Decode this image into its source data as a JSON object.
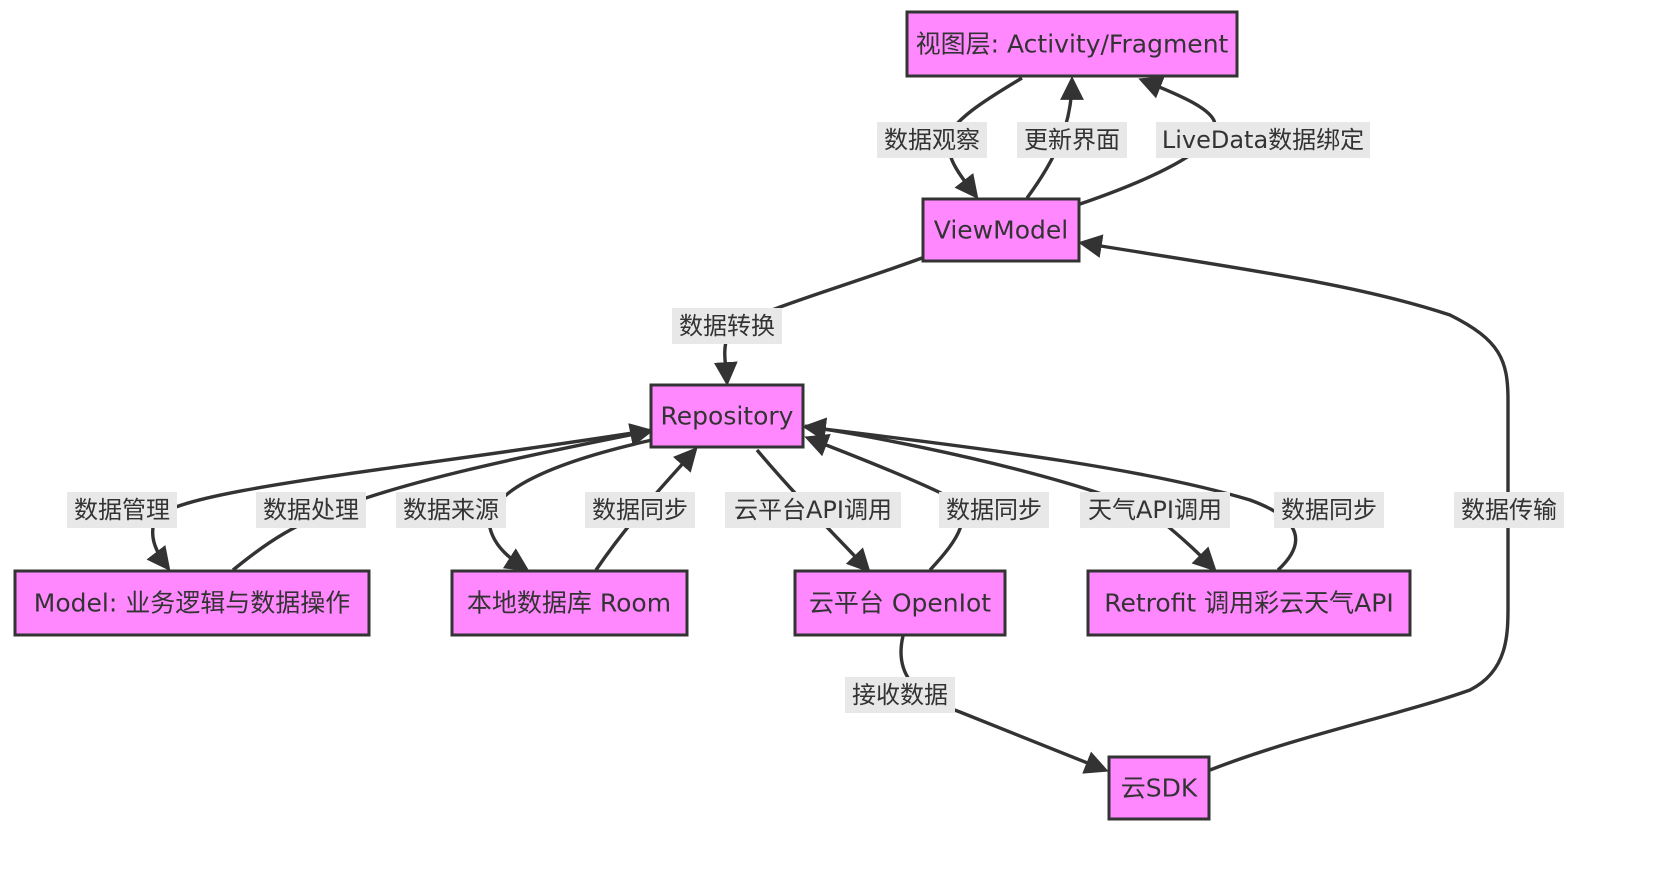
{
  "nodes": {
    "view": "视图层: Activity/Fragment",
    "viewmodel": "ViewModel",
    "repository": "Repository",
    "model": "Model: 业务逻辑与数据操作",
    "room": "本地数据库 Room",
    "openiot": "云平台 OpenIot",
    "retrofit": "Retrofit 调用彩云天气API",
    "sdk": "云SDK"
  },
  "edges": {
    "view_to_vm": "数据观察",
    "vm_to_view_update": "更新界面",
    "vm_to_view_bind": "LiveData数据绑定",
    "vm_to_repo": "数据转换",
    "repo_to_model": "数据管理",
    "model_to_repo": "数据处理",
    "repo_to_room": "数据来源",
    "room_to_repo": "数据同步",
    "repo_to_openiot": "云平台API调用",
    "openiot_to_repo": "数据同步",
    "repo_to_retrofit": "天气API调用",
    "retrofit_to_repo": "数据同步",
    "openiot_to_sdk": "接收数据",
    "sdk_to_vm": "数据传输"
  },
  "colors": {
    "node_fill": "#ff88ff",
    "node_stroke": "#333333",
    "edge": "#333333",
    "label_bg": "#e8e8e8"
  }
}
